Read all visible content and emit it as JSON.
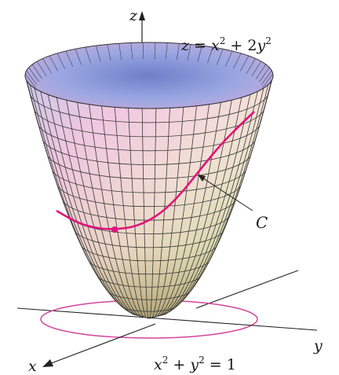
{
  "labels": {
    "z_axis": "z",
    "x_axis": "x",
    "y_axis": "y",
    "curve": "C",
    "surface_equation": {
      "lhs": "z",
      "eq": " = ",
      "t1": "x",
      "exp1": "2",
      "plus": " + 2",
      "t2": "y",
      "exp2": "2"
    },
    "circle_equation": {
      "t1": "x",
      "exp1": "2",
      "plus": " + ",
      "t2": "y",
      "exp2": "2",
      "rest": " = 1"
    }
  },
  "colors": {
    "curve": "#e0147a",
    "circle": "#d4449a",
    "mesh": "#3a3a3a",
    "axis": "#222222",
    "surface_top": "#7a8fd8",
    "surface_pink": "#efc3e0",
    "surface_green": "#dde8b8",
    "surface_tan": "#cfb27a"
  }
}
